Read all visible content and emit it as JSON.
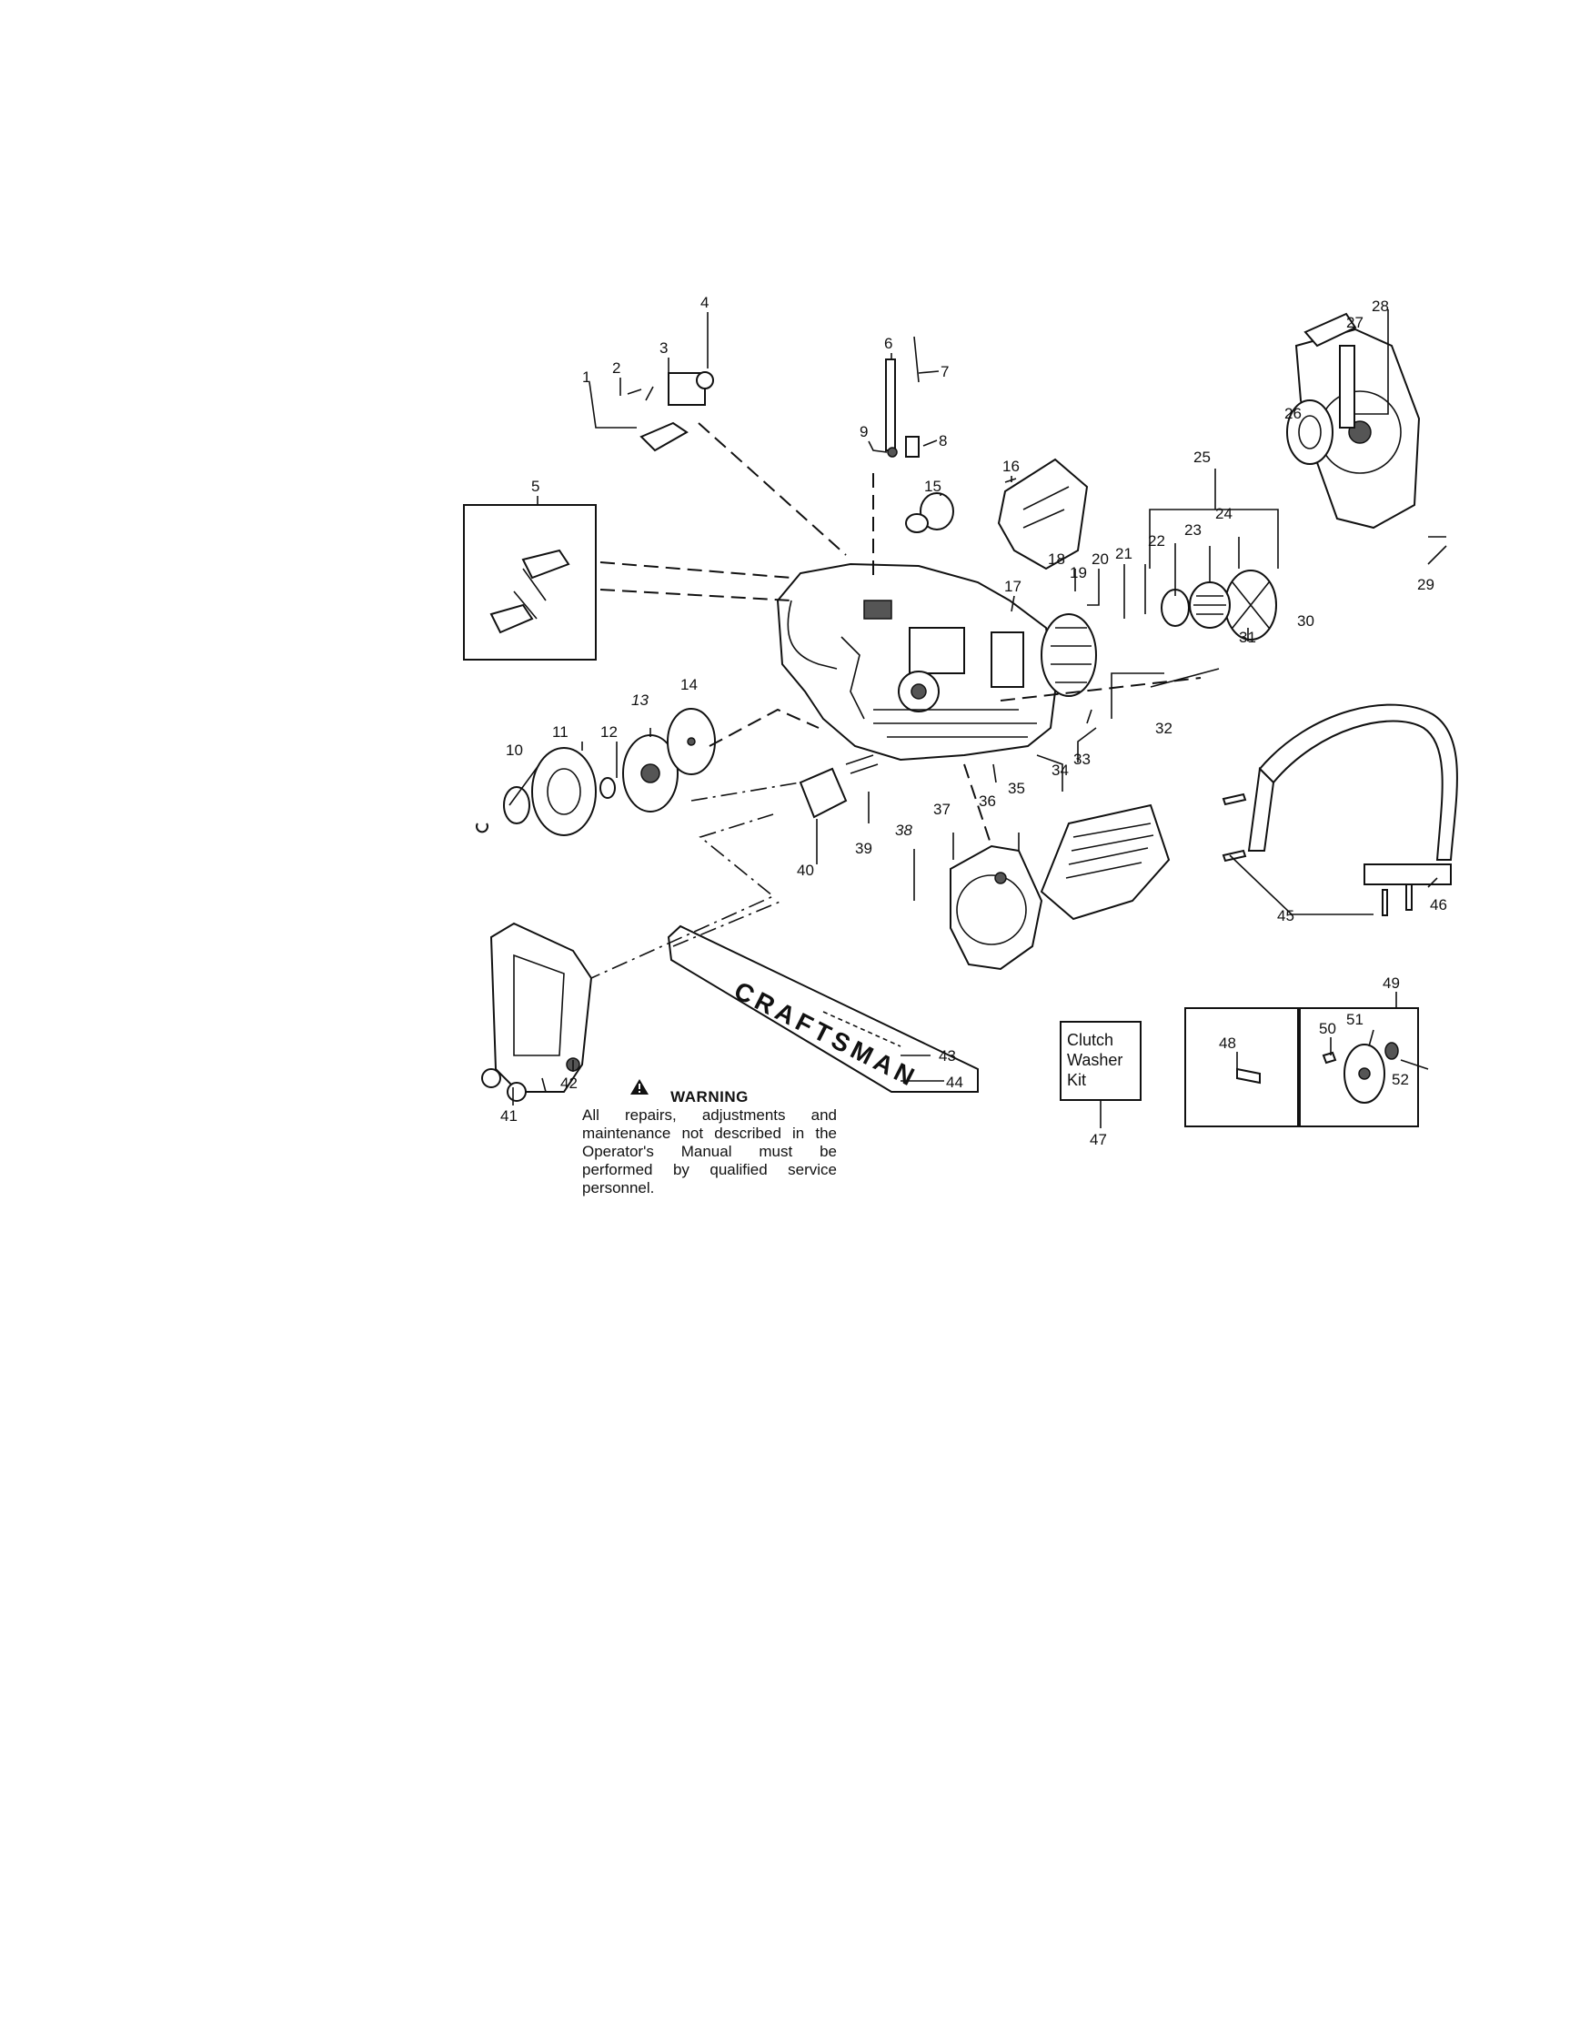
{
  "callouts": [
    "1",
    "2",
    "3",
    "4",
    "5",
    "6",
    "7",
    "8",
    "9",
    "10",
    "11",
    "12",
    "13",
    "14",
    "15",
    "16",
    "17",
    "18",
    "19",
    "20",
    "21",
    "22",
    "23",
    "24",
    "25",
    "26",
    "27",
    "28",
    "29",
    "30",
    "31",
    "32",
    "33",
    "34",
    "35",
    "36",
    "37",
    "38",
    "39",
    "40",
    "41",
    "42",
    "43",
    "44",
    "45",
    "46",
    "47",
    "48",
    "49",
    "50",
    "51",
    "52"
  ],
  "bar_brand": "CRAFTSMAN",
  "kit_label": [
    "Clutch",
    "Washer",
    "Kit"
  ],
  "warning": {
    "title": "WARNING",
    "body": "All repairs, adjustments and maintenance not described in the Operator's Manual must be performed by qualified service personnel."
  }
}
